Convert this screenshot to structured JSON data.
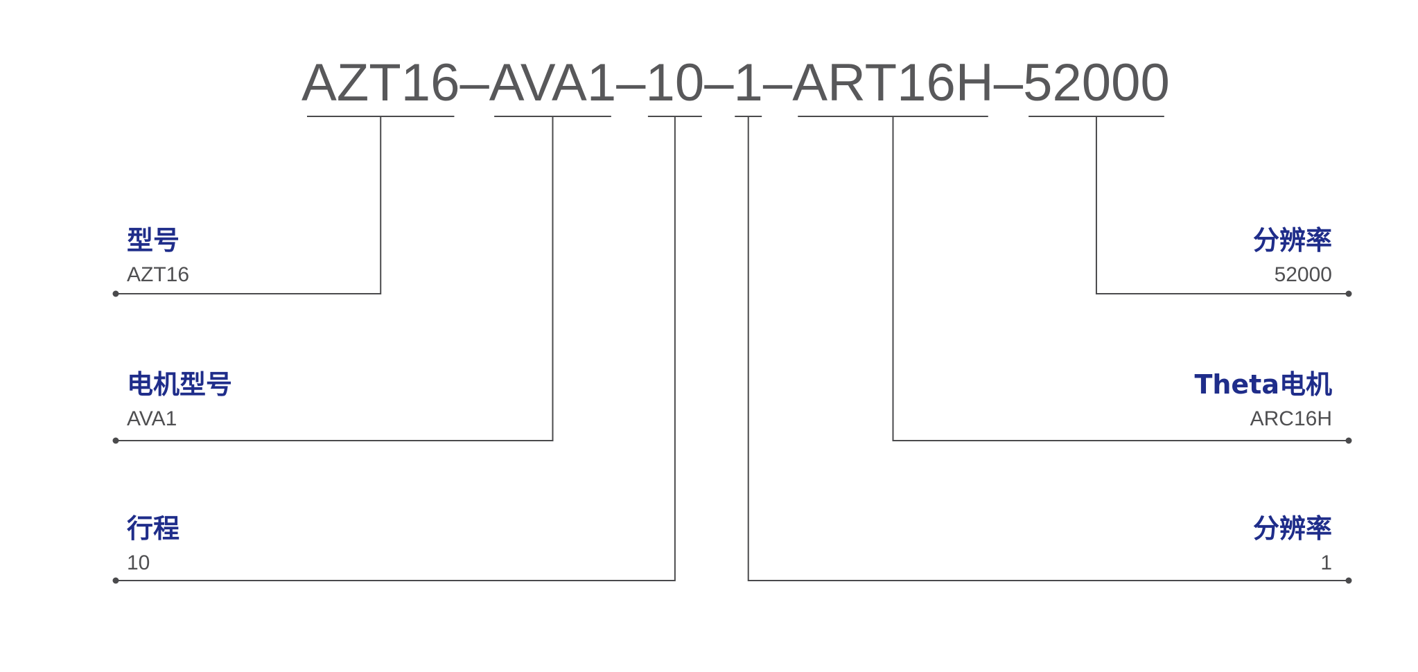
{
  "model_code": {
    "parts": [
      "AZT16",
      "AVA1",
      "10",
      "1",
      "ART16H",
      "52000"
    ],
    "separator": "–"
  },
  "labels": [
    {
      "id": "model",
      "side": "left",
      "segment": 0,
      "title": "型号",
      "value": "AZT16"
    },
    {
      "id": "motor-model",
      "side": "left",
      "segment": 1,
      "title": "电机型号",
      "value": "AVA1"
    },
    {
      "id": "stroke",
      "side": "left",
      "segment": 2,
      "title": "行程",
      "value": "10"
    },
    {
      "id": "resolution-1",
      "side": "right",
      "segment": 3,
      "title": "分辨率",
      "value": "1"
    },
    {
      "id": "theta-motor",
      "side": "right",
      "segment": 4,
      "title": "Theta电机",
      "value": "ARC16H"
    },
    {
      "id": "resolution-52000",
      "side": "right",
      "segment": 5,
      "title": "分辨率",
      "value": "52000"
    }
  ],
  "colors": {
    "code_text": "#58585a",
    "label_title": "#1f2d8a",
    "label_value": "#4f4f51",
    "lines": "#4a4a4c"
  }
}
